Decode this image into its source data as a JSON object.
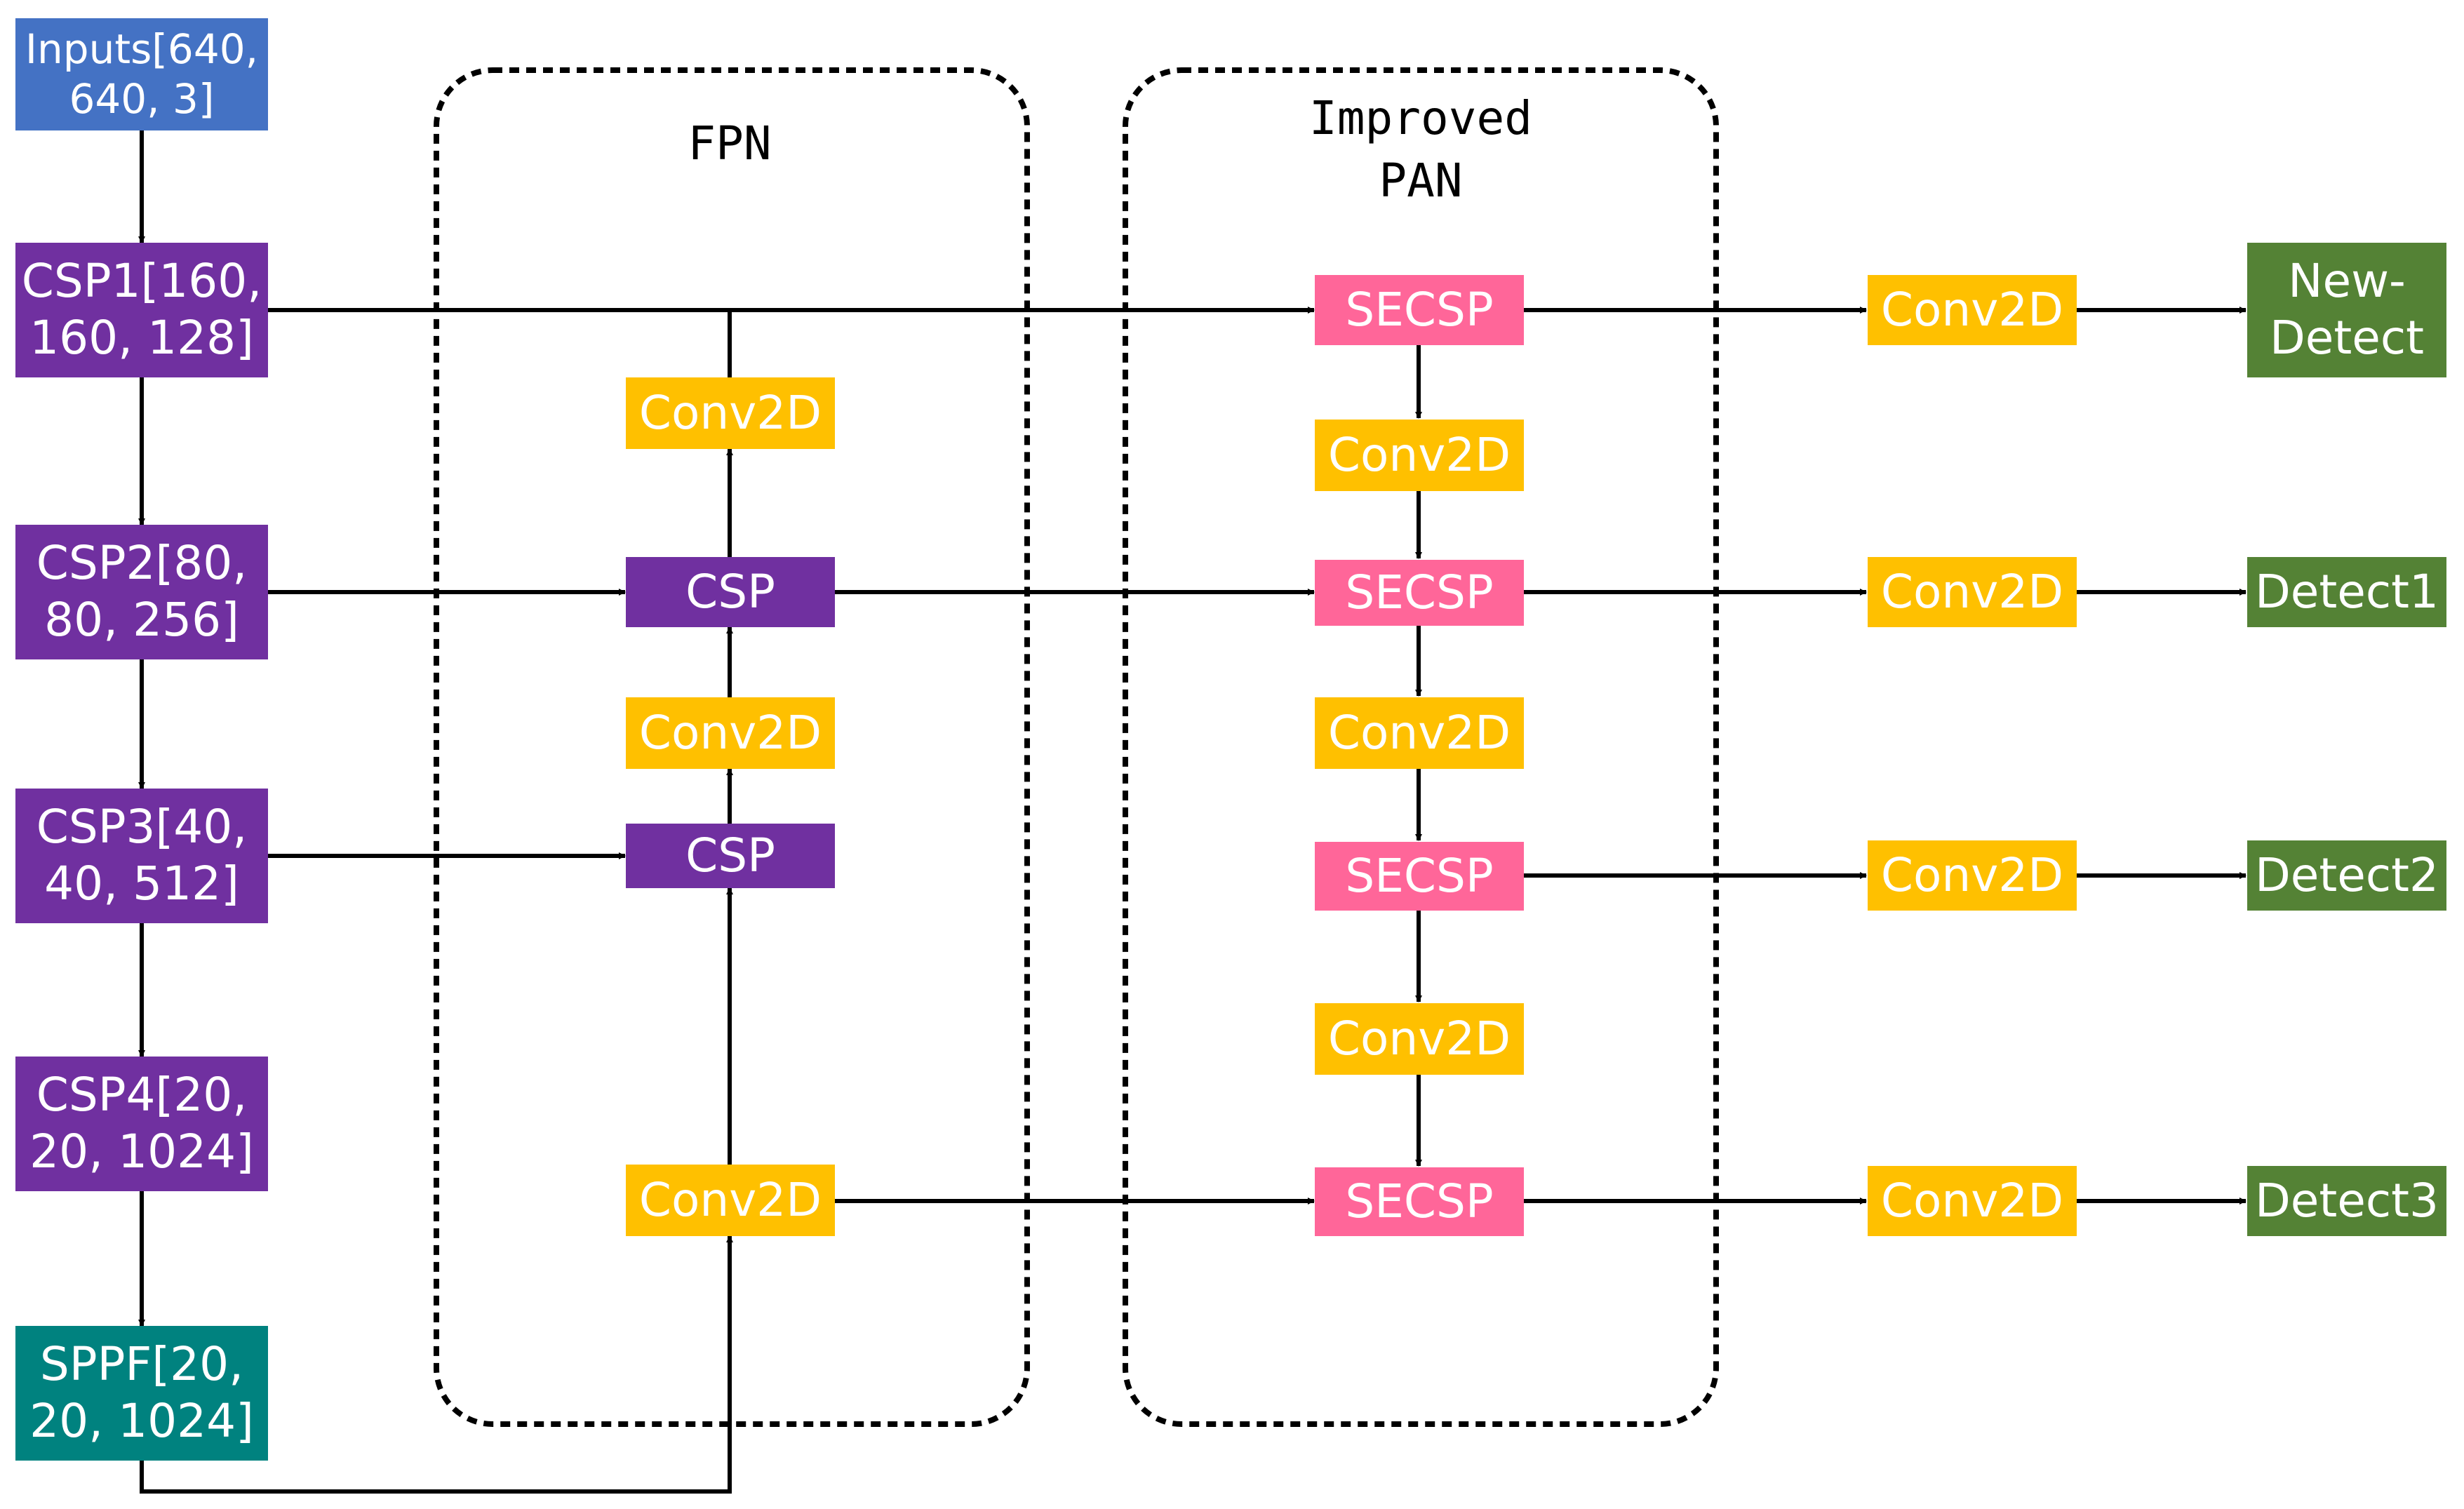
{
  "colors": {
    "input": "#4472C4",
    "csp": "#7030A0",
    "sppf": "#00827F",
    "conv": "#FFC000",
    "secsp": "#FF6699",
    "detect": "#548235",
    "line": "#000000"
  },
  "groups": {
    "fpn": "FPN",
    "pan_line1": "Improved",
    "pan_line2": "PAN"
  },
  "backbone": {
    "input": [
      "Inputs[640,",
      "640, 3]"
    ],
    "csp1": [
      "CSP1[160,",
      "160, 128]"
    ],
    "csp2": [
      "CSP2[80,",
      "80, 256]"
    ],
    "csp3": [
      "CSP3[40,",
      "40, 512]"
    ],
    "csp4": [
      "CSP4[20,",
      "20, 1024]"
    ],
    "sppf": [
      "SPPF[20,",
      "20, 1024]"
    ]
  },
  "fpn": {
    "conv_top": "Conv2D",
    "csp_a": "CSP",
    "conv_mid": "Conv2D",
    "csp_b": "CSP",
    "conv_bottom": "Conv2D"
  },
  "pan": {
    "secsp1": "SECSP",
    "conv1": "Conv2D",
    "secsp2": "SECSP",
    "conv2": "Conv2D",
    "secsp3": "SECSP",
    "conv3": "Conv2D",
    "secsp4": "SECSP"
  },
  "heads": {
    "conv1": "Conv2D",
    "conv2": "Conv2D",
    "conv3": "Conv2D",
    "conv4": "Conv2D",
    "detect_new": [
      "New-",
      "Detect"
    ],
    "detect1": "Detect1",
    "detect2": "Detect2",
    "detect3": "Detect3"
  }
}
